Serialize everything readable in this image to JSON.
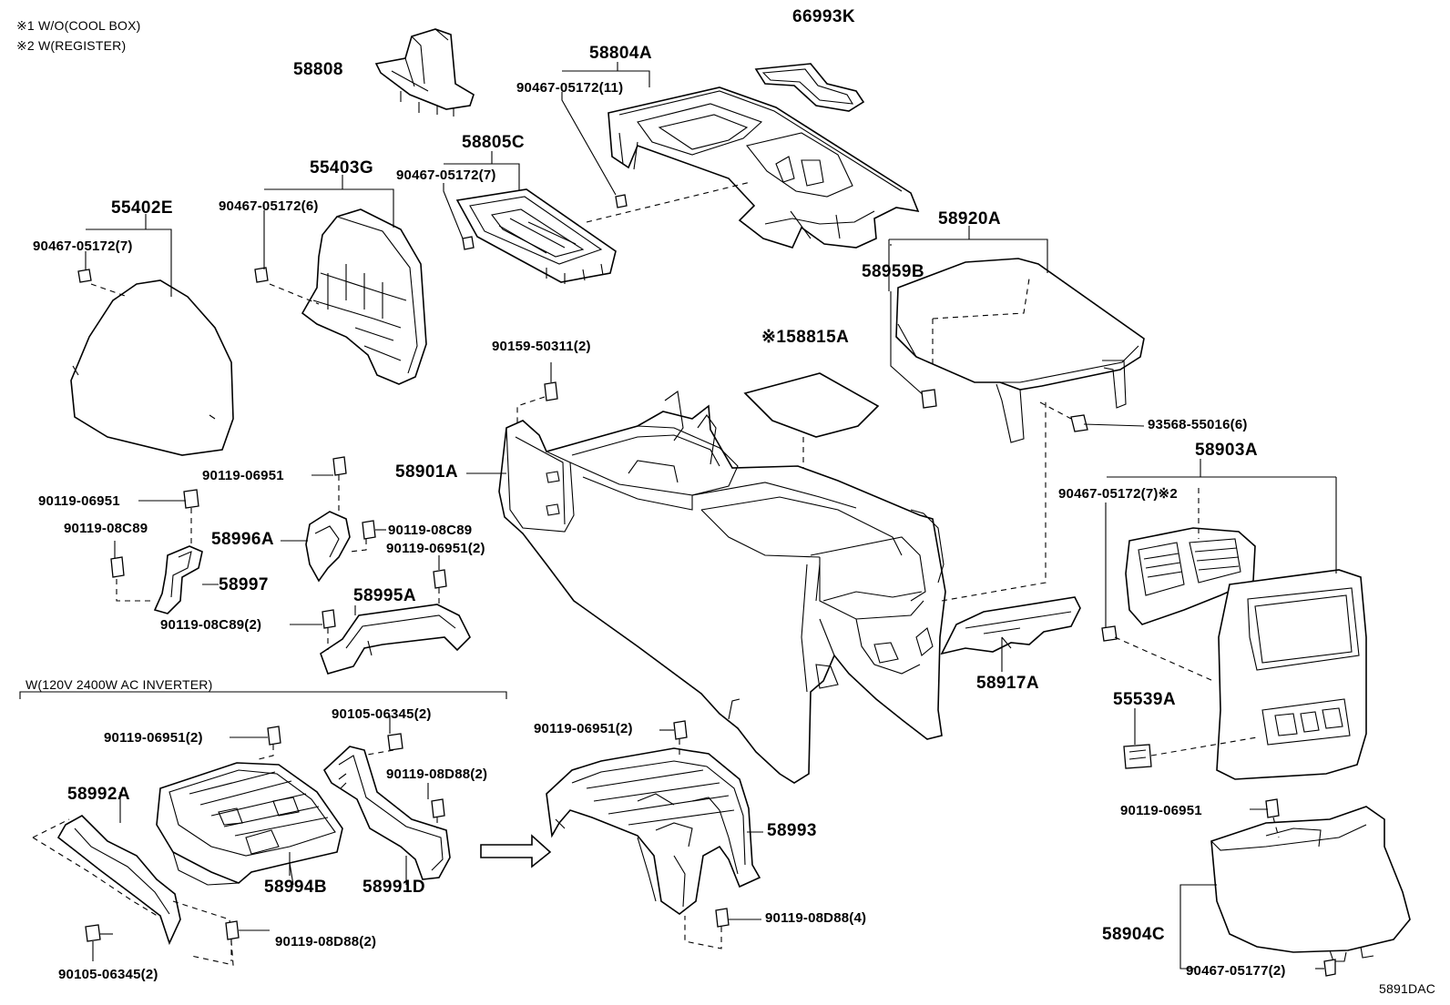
{
  "notes": {
    "note1": "※1 W/O(COOL BOX)",
    "note2": "※2 W(REGISTER)",
    "group_bracket": "W(120V 2400W AC INVERTER)",
    "diagram_code": "5891DAC"
  },
  "parts": {
    "p58808": "58808",
    "p66993K": "66993K",
    "p58804A": "58804A",
    "p58804A_screw": "90467-05172(11)",
    "p58805C": "58805C",
    "p58805C_screw": "90467-05172(7)",
    "p55403G": "55403G",
    "p55403G_screw": "90467-05172(6)",
    "p55402E": "55402E",
    "p55402E_screw": "90467-05172(7)",
    "p58920A": "58920A",
    "p58959B": "58959B",
    "p58815A": "※158815A",
    "p90159": "90159-50311(2)",
    "p93568": "93568-55016(6)",
    "p58901A": "58901A",
    "p58903A": "58903A",
    "p58903A_screw": "90467-05172(7)※2",
    "p90119_06951_a": "90119-06951",
    "p90119_06951_b": "90119-06951",
    "p90119_08C89_a": "90119-08C89",
    "p90119_08C89_b": "90119-08C89",
    "p90119_06951_2a": "90119-06951(2)",
    "p58996A": "58996A",
    "p58997": "58997",
    "p58995A": "58995A",
    "p90119_08C89_2": "90119-08C89(2)",
    "p58917A": "58917A",
    "p55539A": "55539A",
    "p90105_06345_2a": "90105-06345(2)",
    "p90119_06951_2b": "90119-06951(2)",
    "p90119_06951_2c": "90119-06951(2)",
    "p90119_08D88_2a": "90119-08D88(2)",
    "p58992A": "58992A",
    "p58994B": "58994B",
    "p58991D": "58991D",
    "p58993": "58993",
    "p90119_08D88_4": "90119-08D88(4)",
    "p90119_08D88_2b": "90119-08D88(2)",
    "p90105_06345_2b": "90105-06345(2)",
    "p90119_06951_c": "90119-06951",
    "p58904C": "58904C",
    "p90467_05177": "90467-05177(2)"
  }
}
